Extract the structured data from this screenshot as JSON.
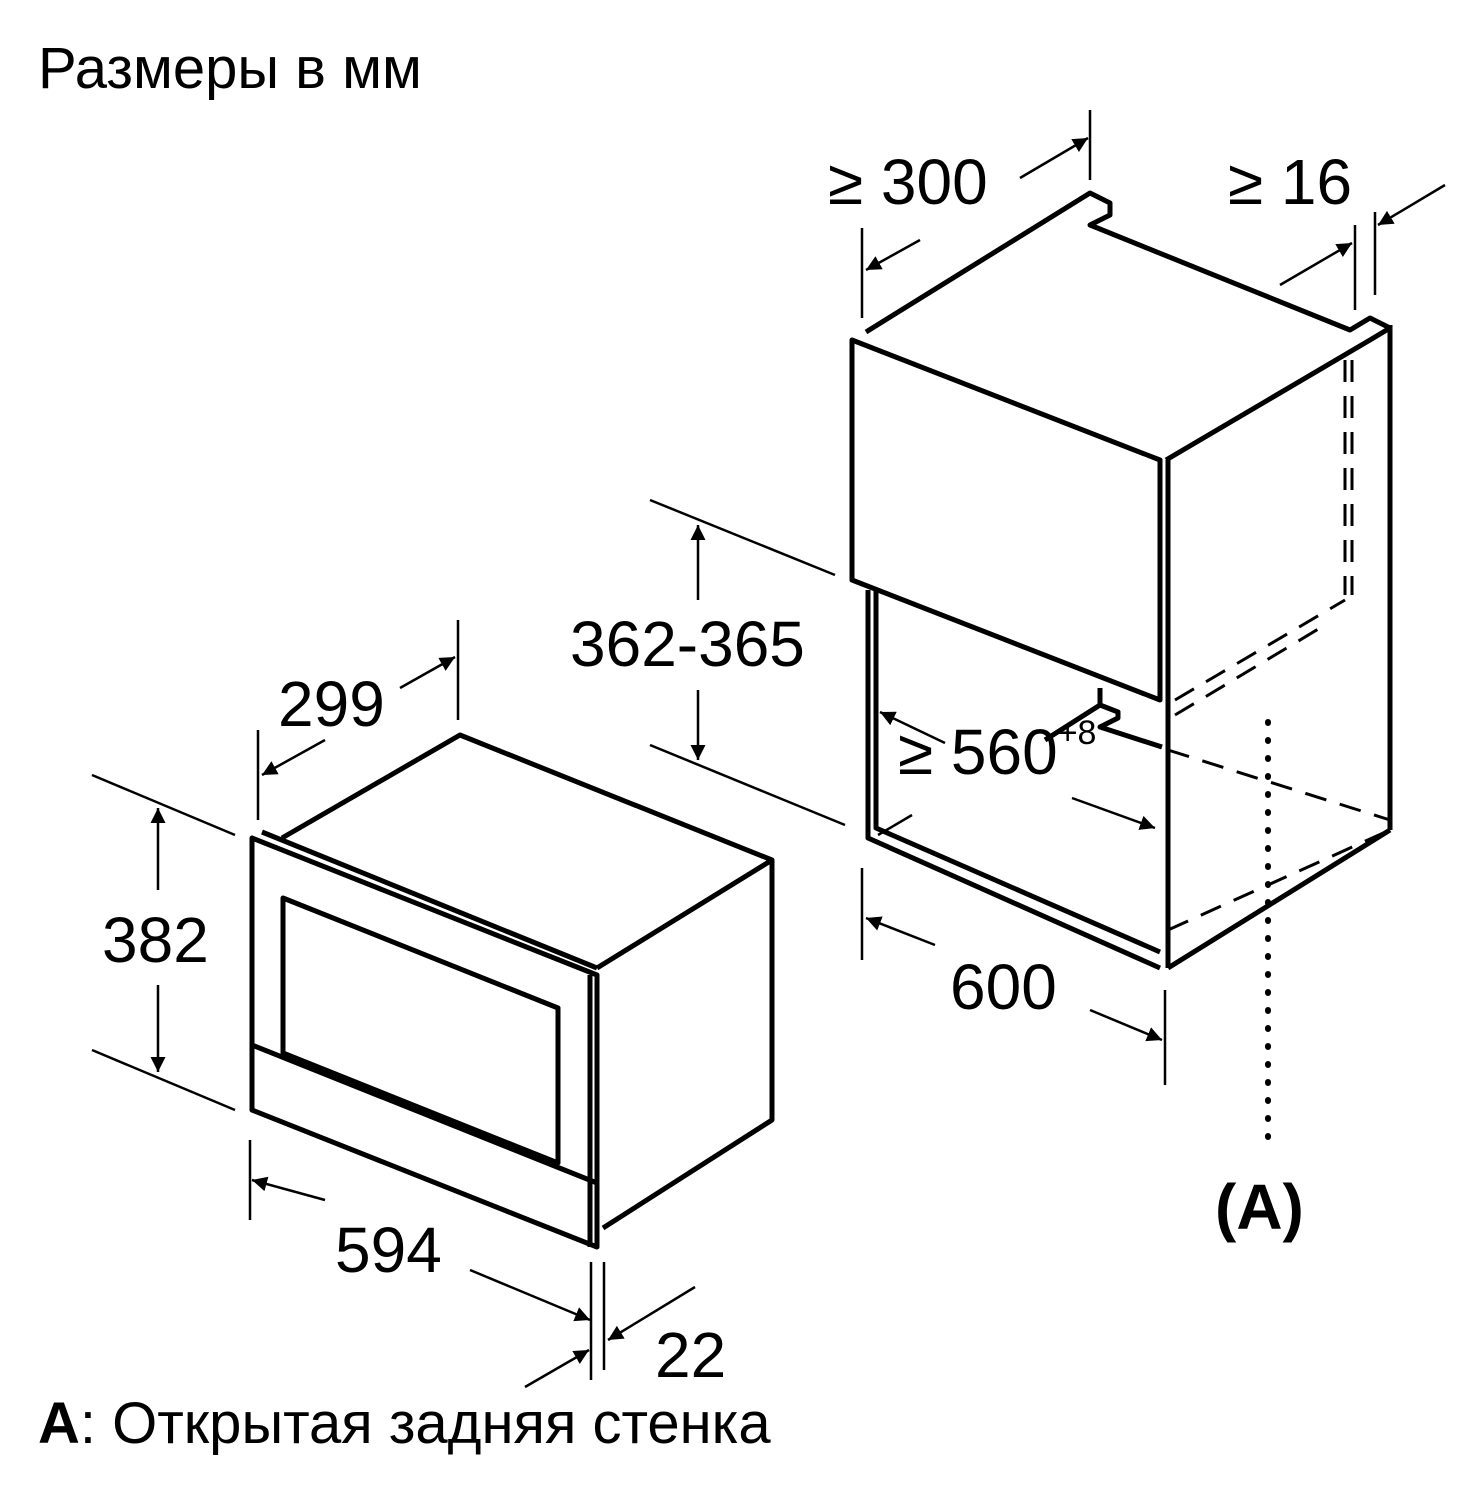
{
  "title": "Размеры в мм",
  "legend": {
    "key": "A",
    "separator": ":",
    "text": " Открытая задняя стенка"
  },
  "marker": "(A)",
  "appliance": {
    "dimensions": {
      "depth": "299",
      "height": "382",
      "width": "594",
      "front_thickness": "22"
    }
  },
  "niche": {
    "dimensions": {
      "cabinet_depth": "≥ 300",
      "rear_gap": "≥ 16",
      "opening_height": "362-365",
      "opening_width": "≥ 560",
      "opening_width_tolerance": "+8",
      "cabinet_width": "600"
    }
  },
  "colors": {
    "line": "#000000",
    "background": "#ffffff"
  }
}
